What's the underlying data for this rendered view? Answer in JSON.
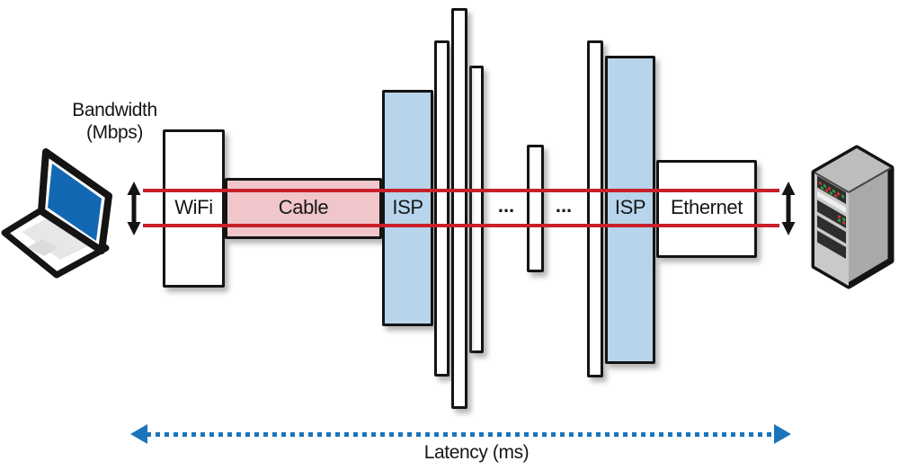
{
  "figure": {
    "type": "network-path-bandwidth-latency-diagram",
    "left_axis": {
      "line1": "Bandwidth",
      "line2": "(Mbps)"
    },
    "bottom_axis": {
      "label": "Latency (ms)"
    },
    "path_segments": [
      {
        "label": "WiFi",
        "fill": "#ffffff"
      },
      {
        "label": "Cable",
        "fill": "#f0c6cb"
      },
      {
        "label": "ISP",
        "fill": "#b7d4ea"
      },
      {
        "label": "...",
        "fill": "none"
      },
      {
        "label": "...",
        "fill": "none"
      },
      {
        "label": "ISP",
        "fill": "#b7d4ea"
      },
      {
        "label": "Ethernet",
        "fill": "#ffffff"
      }
    ],
    "unlabeled_hop_bars": 5,
    "endpoints": {
      "left": "laptop",
      "right": "server"
    }
  },
  "colors": {
    "throughput_line_red": "#c8202b",
    "cable_fill_pink": "#f0c6cb",
    "isp_fill_blue": "#b7d4ea",
    "latency_arrow_blue": "#1b75bc",
    "laptop_screen_blue": "#1268b3",
    "outline_black": "#141414"
  }
}
